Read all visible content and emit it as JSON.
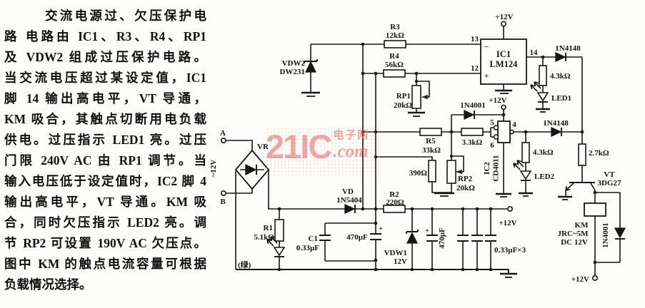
{
  "article": {
    "lines": [
      "交流电源过、欠压保护电",
      "路 电路由 IC1、R3、R4、RP1",
      "及 VDW2 组成过压保护电路。",
      "当交流电压超过某设定值，IC1",
      "脚 14 输出高电平，VT 导通，",
      "KM 吸合，其触点切断用电负载",
      "供电。过压指示 LED1 亮。过压",
      "门限 240V AC 由 RP1 调节。当",
      "输入电压低于设定值时，IC2 脚 4",
      "输出高电平，VT 导通。KM 吸",
      "合，同时欠压指示 LED2 亮。调",
      "节 RP2 可设置 190V AC 欠压点。",
      "图中 KM 的触点电流容量可根据",
      "负载情况选择。"
    ]
  },
  "watermark": {
    "brand": "21IC",
    "cn": "电子网",
    "script": ".com"
  },
  "colors": {
    "ink": "#161616",
    "paper": "#fdfdfb",
    "watermark_pink": "#e46e6c"
  },
  "labels": {
    "term_a": "A",
    "term_b": "B",
    "ac_in": "~12V",
    "vr": "VR",
    "vdw2": "VDW2",
    "vdw2_type": "DW231",
    "r3": "R3",
    "r3_val": "12kΩ",
    "r4": "R4",
    "r4_val": "56kΩ",
    "rp1": "RP1",
    "rp1_val": "20kΩ",
    "pin13": "13",
    "pin12": "12",
    "pin14": "14",
    "minus": "−",
    "plus": "+",
    "ic1": "IC1",
    "ic1_type": "LM124",
    "vcc": "+12V",
    "d1": "1N4148",
    "r6_val": "4.3kΩ",
    "led1": "LED1",
    "d3": "1N4001",
    "pin5": "5",
    "pin6": "6",
    "pin4": "4",
    "ic2": "IC2",
    "ic2_type": "CD4011",
    "d2": "1N4148",
    "r7_val": "3.3kΩ",
    "r5": "R5",
    "r5_val": "33kΩ",
    "r8_val": "390Ω",
    "rp2": "RP2",
    "rp2_val": "20kΩ",
    "r9_val": "4.3kΩ",
    "led2": "LED2",
    "r10_val": "2.7kΩ",
    "vt": "VT",
    "vt_type": "3DG27",
    "vd": "VD",
    "vd_type": "1N5404",
    "r2": "R2",
    "r2_val": "220Ω",
    "r1": "R1",
    "r1_val": "5.1kΩ",
    "c1": "C1",
    "c1_val": "0.33µF",
    "c2_val": "470µF",
    "c3_val": "470µF",
    "c4_val": "0.33µF×3",
    "vdw1": "VDW1",
    "vdw1_val": "12V",
    "green": "(绿)",
    "km": "KM",
    "km_type": "JRC~5M",
    "km_volt": "DC 12V",
    "d4": "1N4001",
    "cap_plus": "+"
  }
}
